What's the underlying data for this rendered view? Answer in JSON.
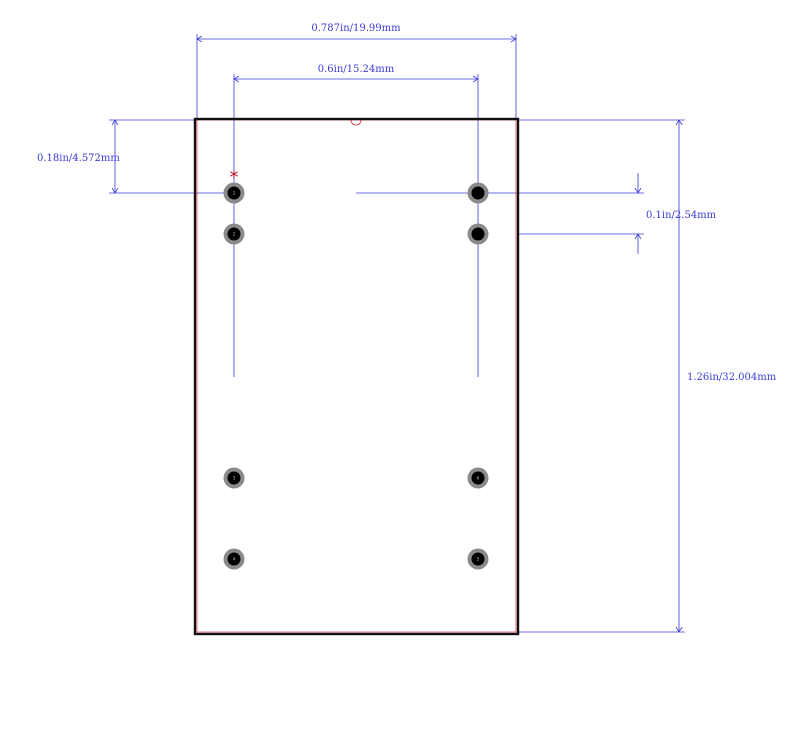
{
  "footprint": {
    "pin1_marker": "*",
    "pad_labels": [
      "1",
      "2",
      "3",
      "4",
      "5",
      "6"
    ],
    "colors": {
      "dimension": "#3b3bd6",
      "outline": "#111111",
      "courtyard": "#cc2233",
      "pad_outer": "#8a8a8a",
      "pad_inner": "#000000",
      "pin1": "#c0102a"
    }
  },
  "dimensions": {
    "body_width": "0.787in/19.99mm",
    "row_spacing": "0.6in/15.24mm",
    "pin1_offset": "0.18in/4.572mm",
    "pin_pitch": "0.1in/2.54mm",
    "body_length": "1.26in/32.004mm"
  }
}
